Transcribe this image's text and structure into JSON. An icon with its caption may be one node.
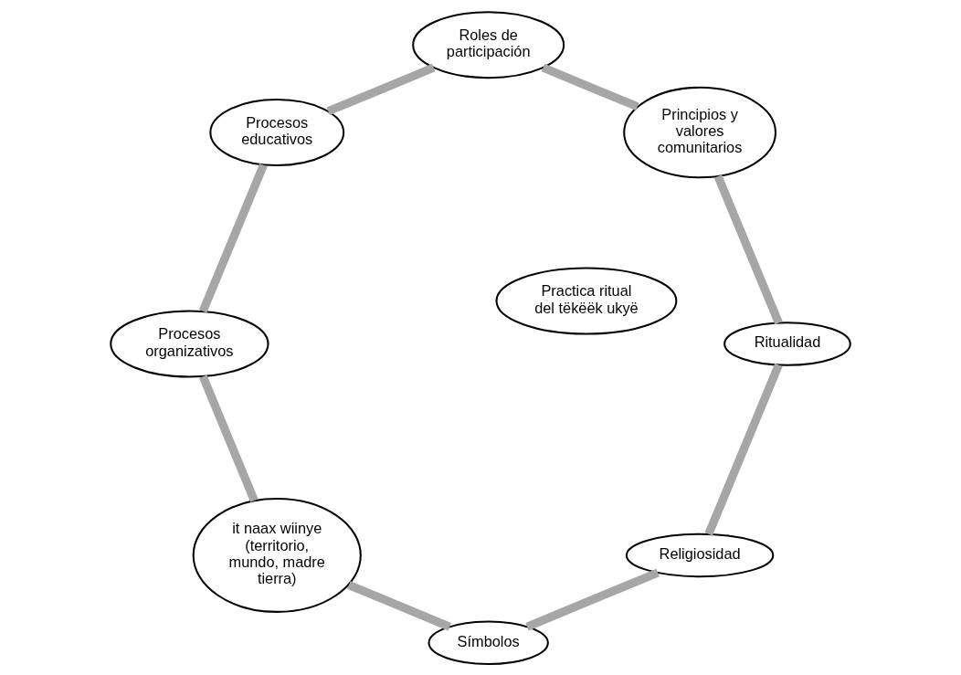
{
  "diagram": {
    "nodes": [
      {
        "text": [
          "Religiosidad"
        ]
      },
      {
        "text": [
          "Símbolos"
        ]
      },
      {
        "text": [
          "it naax wiinye (territorio, mundo, madre tierra)"
        ]
      },
      {
        "text": [
          "Procesos organizativos"
        ]
      },
      {
        "text": [
          "Procesos educativos"
        ]
      },
      {
        "text": [
          "Roles de participación"
        ]
      },
      {
        "text": [
          "Principios y valores comunitarios"
        ]
      },
      {
        "text": [
          "Ritualidad"
        ]
      },
      {
        "text": [
          "Practica ritual del tëkëëk ukyë"
        ]
      }
    ],
    "edges": [
      {
        "from": 0,
        "to": 1,
        "arrow": "none"
      },
      {
        "from": 1,
        "to": 2,
        "arrow": "none"
      },
      {
        "from": 2,
        "to": 3,
        "arrow": "none"
      },
      {
        "from": 3,
        "to": 4,
        "arrow": "none"
      },
      {
        "from": 4,
        "to": 5,
        "arrow": "none"
      },
      {
        "from": 5,
        "to": 6,
        "arrow": "none"
      },
      {
        "from": 6,
        "to": 7,
        "arrow": "none"
      },
      {
        "from": 7,
        "to": 0,
        "arrow": "none"
      }
    ]
  }
}
